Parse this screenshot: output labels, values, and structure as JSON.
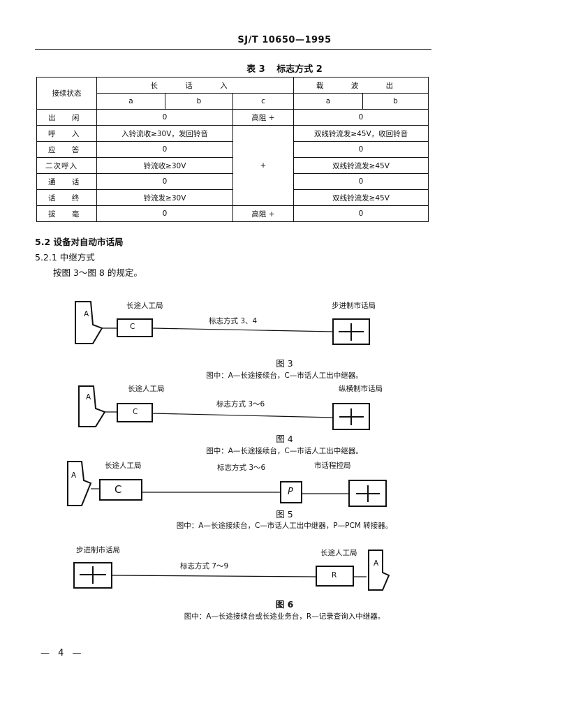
{
  "header": {
    "standard": "SJ/T 10650—1995"
  },
  "table": {
    "caption_no": "表 3",
    "caption_title": "标志方式 2",
    "col_state": "接续状态",
    "group_in": "长 话 入",
    "group_out": "载 波 出",
    "sub": {
      "a": "a",
      "b": "b",
      "c": "c",
      "a2": "a",
      "b2": "b"
    },
    "rows": [
      {
        "state": "出 闲",
        "in_ab": "0",
        "c": "高阻 +",
        "out_ab": "0"
      },
      {
        "state": "呼 入",
        "in_ab": "入铃流收≥30V，发回铃音",
        "c": "",
        "out_ab": "双线铃流发≥45V，收回铃音"
      },
      {
        "state": "应 答",
        "in_ab": "0",
        "c": "",
        "out_ab": "0"
      },
      {
        "state": "二次呼入",
        "in_ab": "铃流收≥30V",
        "c": "",
        "out_ab": "双线铃流发≥45V"
      },
      {
        "state": "通 话",
        "in_ab": "0",
        "c": "",
        "out_ab": "0"
      },
      {
        "state": "话 终",
        "in_ab": "铃流发≥30V",
        "c": "",
        "out_ab": "双线铃流发≥45V"
      },
      {
        "state": "拔 毫",
        "in_ab": "0",
        "c": "高阻 +",
        "out_ab": "0"
      }
    ],
    "c_merged": "+"
  },
  "section": {
    "s52": "5.2  设备对自动市话局",
    "s521": "5.2.1  中继方式",
    "text": "按图 3～图 8 的规定。"
  },
  "figures": [
    {
      "title": "图 3",
      "note": "图中：A—长途接续台，C—市话人工出中继器。",
      "left_label": "长途人工局",
      "right_label": "步进制市话局",
      "line_label": "标志方式 3、4",
      "box_a": "A",
      "box_c": "C"
    },
    {
      "title": "图 4",
      "note": "图中：A—长途接续台，C—市话人工出中继器。",
      "left_label": "长途人工局",
      "right_label": "纵横制市话局",
      "line_label": "标志方式 3～6",
      "box_a": "A",
      "box_c": "C"
    },
    {
      "title": "图 5",
      "note": "图中：A—长途接续台，C—市话人工出中继器，P—PCM 转接器。",
      "left_label": "长途人工局",
      "right_label": "市话程控局",
      "line_label": "标志方式 3～6",
      "box_a": "A",
      "box_c": "C",
      "box_p": "P"
    },
    {
      "title": "图 6",
      "note": "图中：A—长途接续台或长途业务台，R—记录查询入中继器。",
      "left_label": "步进制市话局",
      "right_label": "长途人工局",
      "line_label": "标志方式 7～9",
      "box_a": "A",
      "box_r": "R"
    }
  ],
  "footer": {
    "page": "— 4 —"
  }
}
